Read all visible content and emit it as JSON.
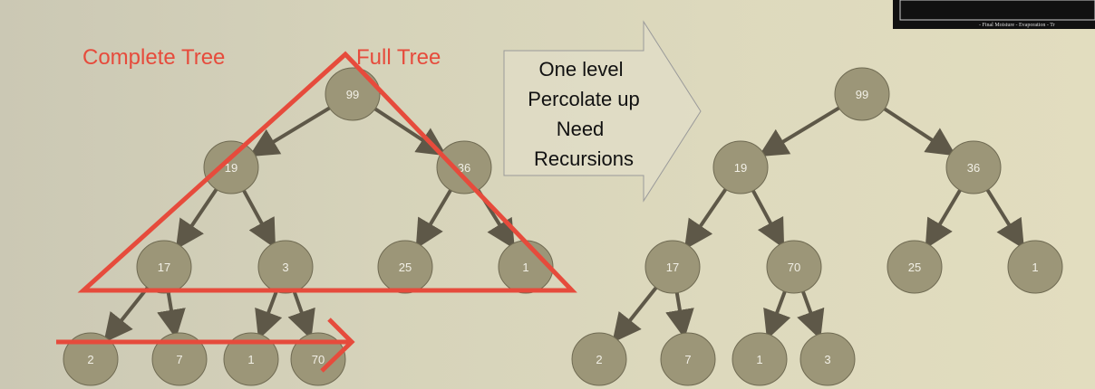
{
  "labels": {
    "complete_tree": "Complete Tree",
    "full_tree": "Full Tree"
  },
  "callout": {
    "lines": [
      "One level",
      "Percolate up",
      "Need",
      "Recursions"
    ]
  },
  "inset_caption": "- Final Moisture - Evaporation - Tr",
  "colors": {
    "node_fill": "#9c9678",
    "node_stroke": "#6f6a52",
    "edge": "#5e5848",
    "annotation_red": "#e64b3c"
  },
  "left_tree": {
    "nodes": [
      {
        "id": "l99",
        "label": "99"
      },
      {
        "id": "l19",
        "label": "19"
      },
      {
        "id": "l36",
        "label": "36"
      },
      {
        "id": "l17",
        "label": "17"
      },
      {
        "id": "l3",
        "label": "3"
      },
      {
        "id": "l25",
        "label": "25"
      },
      {
        "id": "l1",
        "label": "1"
      },
      {
        "id": "l2",
        "label": "2"
      },
      {
        "id": "l7",
        "label": "7"
      },
      {
        "id": "l1b",
        "label": "1"
      },
      {
        "id": "l70",
        "label": "70"
      }
    ],
    "edges": [
      [
        "l99",
        "l19"
      ],
      [
        "l99",
        "l36"
      ],
      [
        "l19",
        "l17"
      ],
      [
        "l19",
        "l3"
      ],
      [
        "l36",
        "l25"
      ],
      [
        "l36",
        "l1"
      ],
      [
        "l17",
        "l2"
      ],
      [
        "l17",
        "l7"
      ],
      [
        "l3",
        "l1b"
      ],
      [
        "l3",
        "l70"
      ]
    ]
  },
  "right_tree": {
    "nodes": [
      {
        "id": "r99",
        "label": "99"
      },
      {
        "id": "r19",
        "label": "19"
      },
      {
        "id": "r36",
        "label": "36"
      },
      {
        "id": "r17",
        "label": "17"
      },
      {
        "id": "r70",
        "label": "70"
      },
      {
        "id": "r25",
        "label": "25"
      },
      {
        "id": "r1",
        "label": "1"
      },
      {
        "id": "r2",
        "label": "2"
      },
      {
        "id": "r7",
        "label": "7"
      },
      {
        "id": "r1b",
        "label": "1"
      },
      {
        "id": "r3",
        "label": "3"
      }
    ],
    "edges": [
      [
        "r99",
        "r19"
      ],
      [
        "r99",
        "r36"
      ],
      [
        "r19",
        "r17"
      ],
      [
        "r19",
        "r70"
      ],
      [
        "r36",
        "r25"
      ],
      [
        "r36",
        "r1"
      ],
      [
        "r17",
        "r2"
      ],
      [
        "r17",
        "r7"
      ],
      [
        "r70",
        "r1b"
      ],
      [
        "r70",
        "r3"
      ]
    ]
  }
}
